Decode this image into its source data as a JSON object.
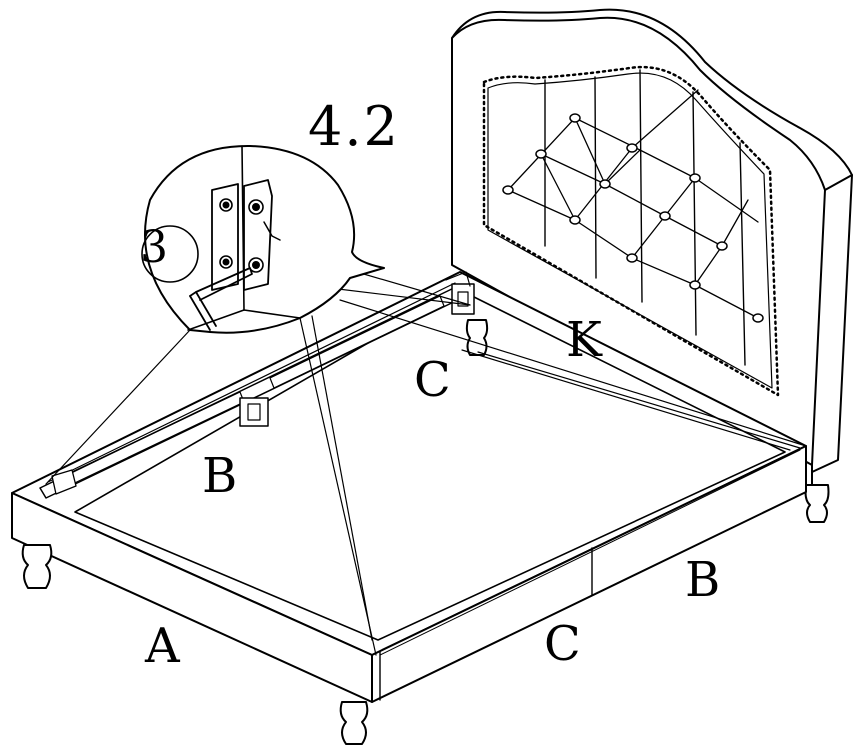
{
  "step": {
    "number": "4.2",
    "detail_number": "3"
  },
  "parts": {
    "a": "A",
    "b_side": "B",
    "c_top": "C",
    "k": "K",
    "c_front": "C",
    "b_front": "B"
  },
  "colors": {
    "line": "#000000",
    "background": "#ffffff"
  }
}
